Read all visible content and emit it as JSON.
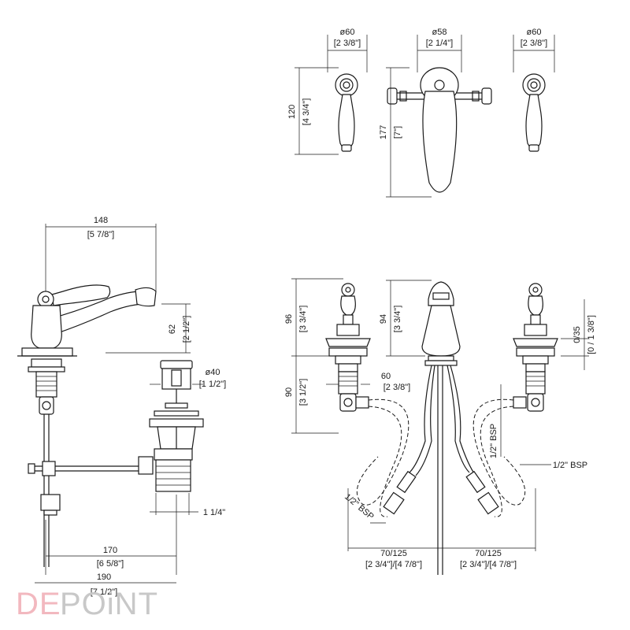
{
  "dimensions": {
    "top_left_diameter": "ø60",
    "top_left_diameter_in": "[2 3/8\"]",
    "top_center_diameter": "ø58",
    "top_center_diameter_in": "[2 1/4\"]",
    "top_right_diameter": "ø60",
    "top_right_diameter_in": "[2 3/8\"]",
    "top_left_height": "120",
    "top_left_height_in": "[4 3/4\"]",
    "top_center_height": "177",
    "top_center_height_in": "[7\"]",
    "side_reach": "148",
    "side_reach_in": "[5 7/8\"]",
    "side_spout_height": "62",
    "side_spout_height_in": "[2 1/2\"]",
    "waste_diameter": "ø40",
    "waste_diameter_in": "[1 1/2\"]",
    "waste_thread": "1 1/4\"",
    "rod_length": "170",
    "rod_length_in": "[6 5/8\"]",
    "overall_width": "190",
    "overall_width_in": "[7 1/2\"]",
    "valve_height": "96",
    "valve_height_in": "[3 3/4\"]",
    "spout_height": "94",
    "spout_height_in": "[3 3/4\"]",
    "deck_range": "0/35",
    "deck_range_in": "[0 / 1 3/8\"]",
    "shank_length": "90",
    "shank_length_in": "[3 1/2\"]",
    "shank_diameter": "60",
    "shank_diameter_in": "[2 3/8\"]",
    "bsp_vertical": "1/2\" BSP",
    "bsp_right": "1/2\" BSP",
    "bsp_left": "1/2\" BSP",
    "spread_left": "70/125",
    "spread_left_in": "[2 3/4\"]/[4 7/8\"]",
    "spread_right": "70/125",
    "spread_right_in": "[2 3/4\"]/[4 7/8\"]"
  },
  "watermark": {
    "text_a": "DE",
    "text_b": "POiNT",
    "color_a": "#f2b8bf",
    "color_b": "#c8c8c8"
  },
  "colors": {
    "line": "#1a1a1a",
    "background": "#ffffff"
  }
}
